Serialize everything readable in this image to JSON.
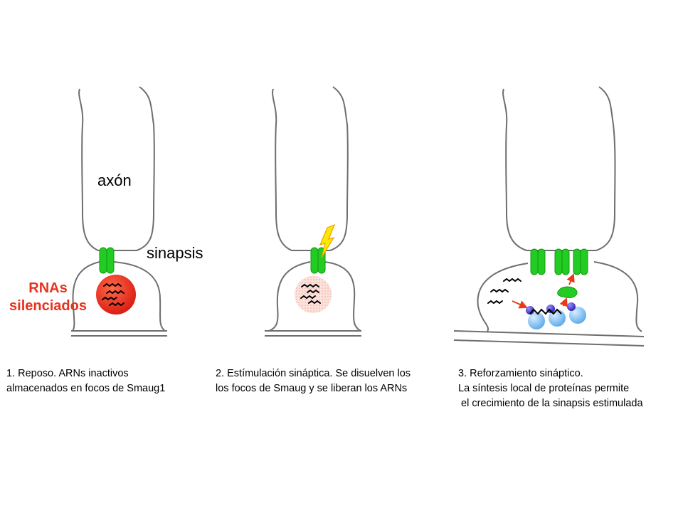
{
  "labels": {
    "axon": "axón",
    "synapse": "sinapsis",
    "rna_line1": "RNAs",
    "rna_line2": "silenciados"
  },
  "captions": [
    {
      "line1": "1. Reposo. ARNs inactivos",
      "line2": "almacenados en focos de Smaug1",
      "line3": ""
    },
    {
      "line1": "2. Estímulación sináptica. Se disuelven los",
      "line2": "los focos de  Smaug y se liberan los ARNs",
      "line3": ""
    },
    {
      "line1": "3. Reforzamiento sináptico.",
      "line2": "La síntesis local de proteínas permite",
      "line3": " el crecimiento de la sinapsis estimulada"
    }
  ],
  "colors": {
    "outline": "#6e6e6e",
    "receptor": "#22cc22",
    "focus_active": "#e8261c",
    "focus_dissolved": "#f8c8c0",
    "lightning": "#ffe800",
    "ribosome": "#8cc8f4",
    "ribosome_small": "#4a3ccc",
    "arrow": "#e83a1a",
    "label_red": "#e8321e"
  }
}
